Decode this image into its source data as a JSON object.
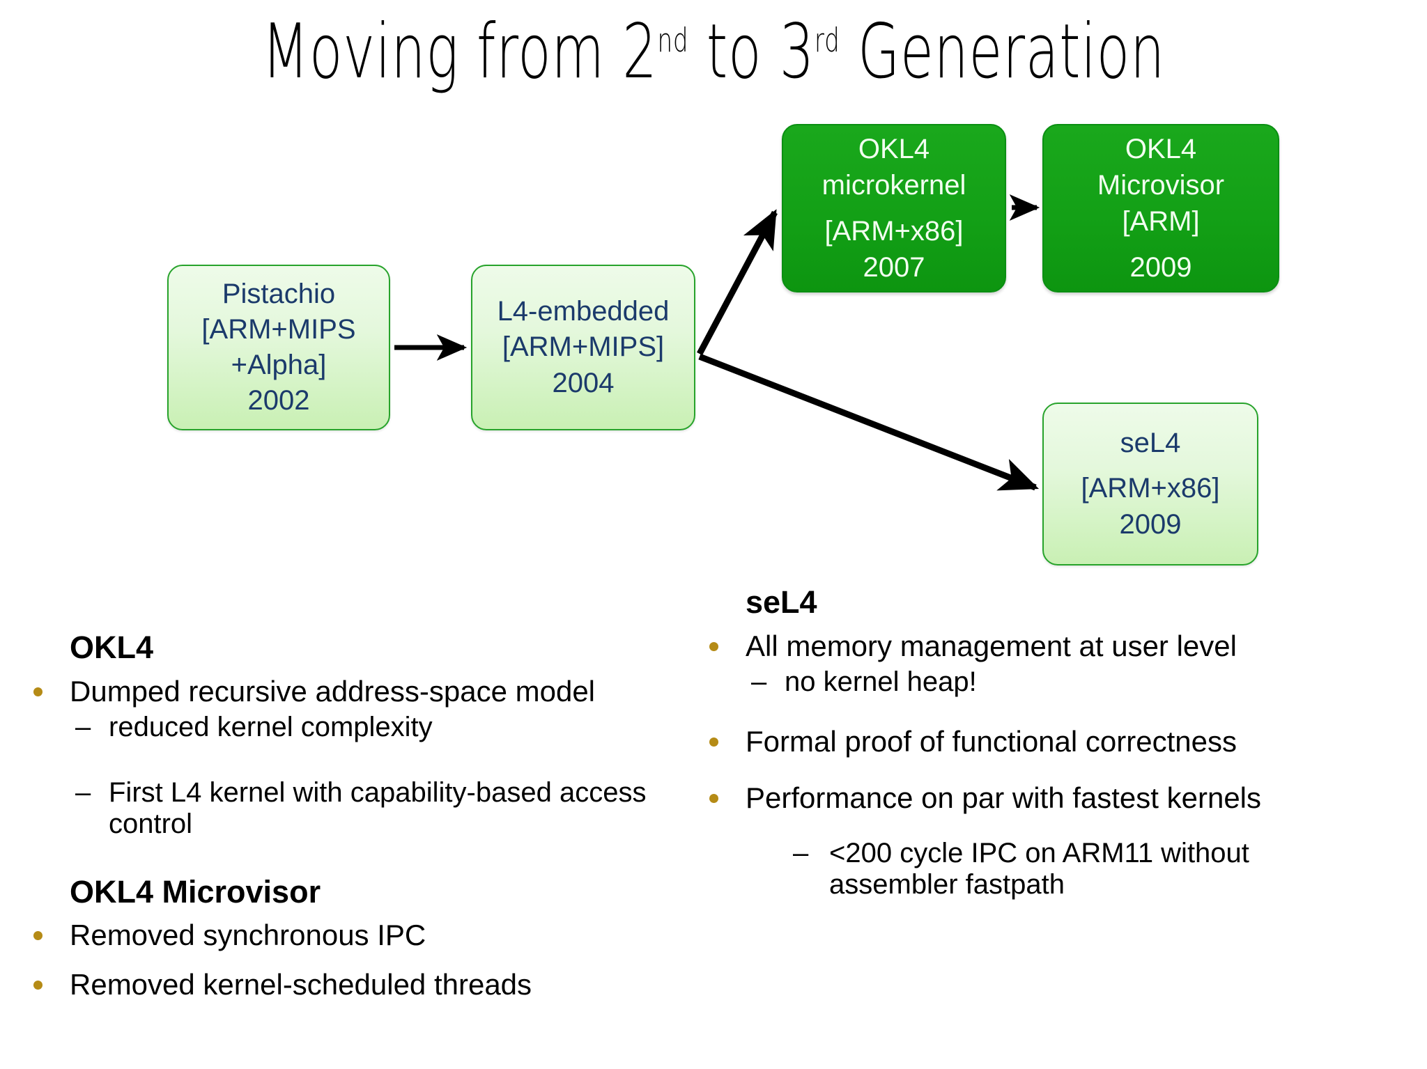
{
  "title": {
    "prefix": "Moving from 2",
    "sup1": "nd",
    "middle": " to 3",
    "sup2": "rd",
    "suffix": " Generation"
  },
  "diagram": {
    "nodes": [
      {
        "id": "pistachio",
        "style": "light",
        "lines": [
          "Pistachio",
          "[ARM+MIPS",
          "+Alpha]",
          "2002"
        ]
      },
      {
        "id": "l4-embedded",
        "style": "light",
        "lines": [
          "L4-embedded",
          "[ARM+MIPS]",
          "2004"
        ]
      },
      {
        "id": "okl4-microkernel",
        "style": "green",
        "lines": [
          "OKL4",
          "microkernel",
          "[ARM+x86]",
          "2007"
        ]
      },
      {
        "id": "okl4-microvisor",
        "style": "green",
        "lines": [
          "OKL4",
          "Microvisor",
          "[ARM]",
          "2009"
        ]
      },
      {
        "id": "sel4",
        "style": "light",
        "lines": [
          "seL4",
          "[ARM+x86]",
          "2009"
        ]
      }
    ],
    "edges": [
      {
        "from": "pistachio",
        "to": "l4-embedded"
      },
      {
        "from": "l4-embedded",
        "to": "okl4-microkernel"
      },
      {
        "from": "l4-embedded",
        "to": "sel4"
      },
      {
        "from": "okl4-microkernel",
        "to": "okl4-microvisor"
      }
    ],
    "colors": {
      "light_fill_top": "#eefbe9",
      "light_fill_bottom": "#c9f0b4",
      "light_border": "#27a32b",
      "light_text": "#1b3a6b",
      "green_fill": "#13a016",
      "green_border": "#0a8f12",
      "green_text": "#f2fff0",
      "arrow": "#000000"
    }
  },
  "columns": {
    "left": {
      "sections": [
        {
          "heading": "OKL4",
          "items": [
            {
              "level": 1,
              "text": "Dumped recursive address-space model"
            },
            {
              "level": 2,
              "text": "reduced kernel complexity"
            },
            {
              "level": 2,
              "text": "First L4 kernel with capability-based access control"
            }
          ]
        },
        {
          "heading": "OKL4 Microvisor",
          "items": [
            {
              "level": 1,
              "text": "Removed synchronous IPC"
            },
            {
              "level": 1,
              "text": "Removed kernel-scheduled threads"
            }
          ]
        }
      ]
    },
    "right": {
      "sections": [
        {
          "heading": "seL4",
          "items": [
            {
              "level": 1,
              "text": "All memory management at user level"
            },
            {
              "level": 2,
              "text": "no kernel heap!"
            },
            {
              "level": 1,
              "text": "Formal proof of functional correctness"
            },
            {
              "level": 1,
              "text": "Performance on par with fastest kernels"
            },
            {
              "level": 3,
              "text": "<200 cycle IPC on ARM11 without assembler fastpath"
            }
          ]
        }
      ]
    }
  },
  "bullet": {
    "dot_color": "#b58b16",
    "dash_glyph": "–"
  }
}
